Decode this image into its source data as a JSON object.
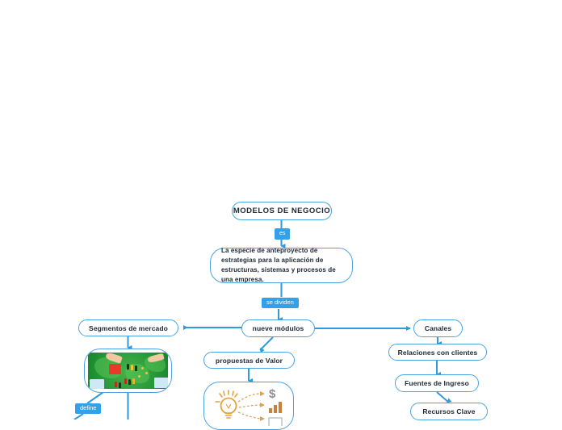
{
  "diagram": {
    "type": "mind-map",
    "language": "es",
    "accent_color": "#4aa3e0",
    "badge_color": "#33a0e8",
    "background": "#ffffff",
    "text_color": "#1b2733"
  },
  "nodes": {
    "root": {
      "label": "MODELOS DE NEGOCIO"
    },
    "definition": {
      "label": "La especie de anteproyecto de estrategias para la aplicación de estructuras, sistemas y procesos de una empresa."
    },
    "modules": {
      "label": "nueve módulos"
    },
    "segments": {
      "label": "Segmentos de mercado"
    },
    "value": {
      "label": "propuestas de Valor"
    },
    "channels": {
      "label": "Canales"
    },
    "relations": {
      "label": "Relaciones con clientes"
    },
    "revenue": {
      "label": "Fuentes de Ingreso"
    },
    "resources": {
      "label": "Recursos Clave"
    }
  },
  "badges": {
    "is": "es",
    "divided": "se dividen",
    "define": "define"
  },
  "images": {
    "segments_thumb": {
      "name": "market-segments-photo",
      "description": "green market board with people figures and cards"
    },
    "value_thumb": {
      "name": "value-proposition-illustration",
      "description": "lightbulb with dashed arrows to dollar sign and bar chart"
    }
  }
}
